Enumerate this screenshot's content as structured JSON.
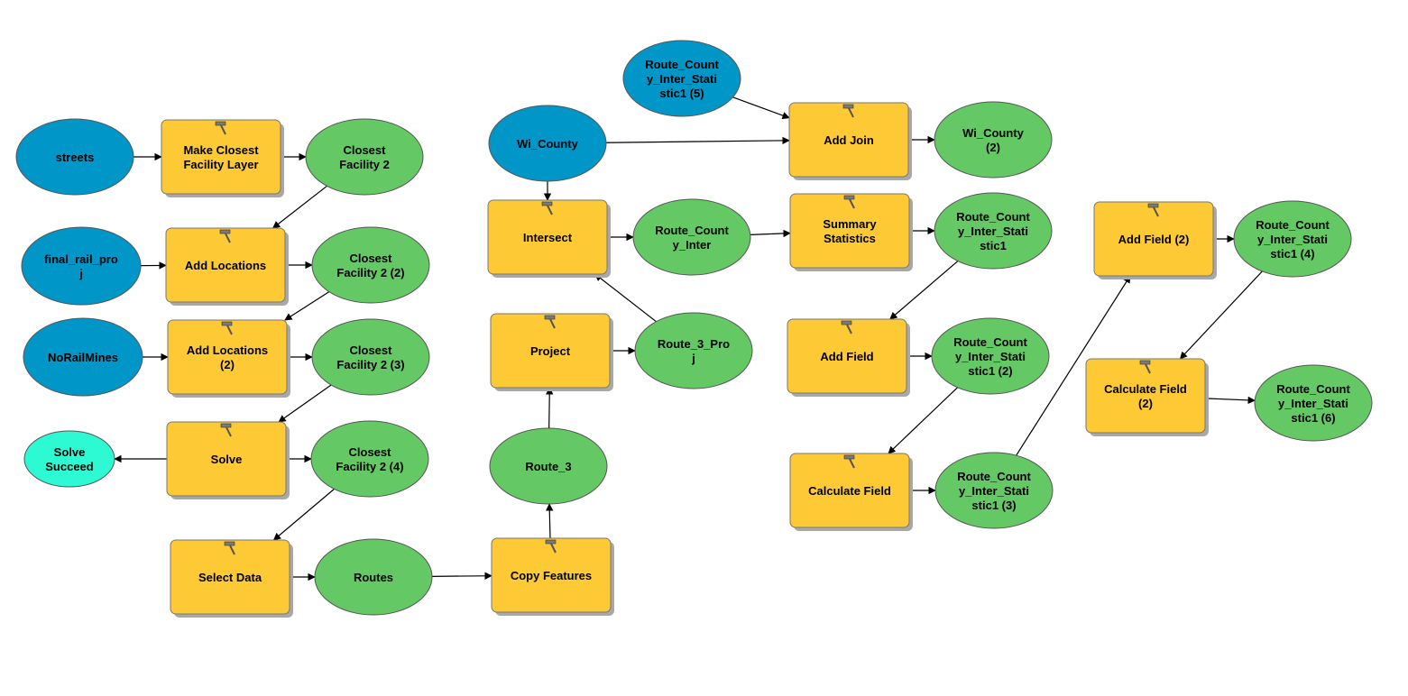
{
  "colors": {
    "data_input": "#0096c8",
    "tool": "#fdca35",
    "derived_data": "#64c864",
    "boolean_output": "#2dfad2",
    "stroke": "#000000",
    "shadow": "#a8a8a8"
  },
  "nodes": [
    {
      "id": "streets",
      "kind": "input",
      "lines": [
        "streets"
      ]
    },
    {
      "id": "make_cf",
      "kind": "tool",
      "lines": [
        "Make Closest",
        "Facility Layer"
      ]
    },
    {
      "id": "cf2",
      "kind": "derived",
      "lines": [
        "Closest",
        "Facility 2"
      ]
    },
    {
      "id": "final_rail",
      "kind": "input",
      "lines": [
        "final_rail_pro",
        "j"
      ]
    },
    {
      "id": "add_loc",
      "kind": "tool",
      "lines": [
        "Add Locations"
      ]
    },
    {
      "id": "cf2_2",
      "kind": "derived",
      "lines": [
        "Closest",
        "Facility 2 (2)"
      ]
    },
    {
      "id": "norail",
      "kind": "input",
      "lines": [
        "NoRailMines"
      ]
    },
    {
      "id": "add_loc2",
      "kind": "tool",
      "lines": [
        "Add Locations",
        "(2)"
      ]
    },
    {
      "id": "cf2_3",
      "kind": "derived",
      "lines": [
        "Closest",
        "Facility 2 (3)"
      ]
    },
    {
      "id": "solve_succeed",
      "kind": "boolean",
      "lines": [
        "Solve",
        "Succeed"
      ]
    },
    {
      "id": "solve",
      "kind": "tool",
      "lines": [
        "Solve"
      ]
    },
    {
      "id": "cf2_4",
      "kind": "derived",
      "lines": [
        "Closest",
        "Facility 2 (4)"
      ]
    },
    {
      "id": "select_data",
      "kind": "tool",
      "lines": [
        "Select Data"
      ]
    },
    {
      "id": "routes",
      "kind": "derived",
      "lines": [
        "Routes"
      ]
    },
    {
      "id": "copy_features",
      "kind": "tool",
      "lines": [
        "Copy Features"
      ]
    },
    {
      "id": "route3",
      "kind": "derived",
      "lines": [
        "Route_3"
      ]
    },
    {
      "id": "project",
      "kind": "tool",
      "lines": [
        "Project"
      ]
    },
    {
      "id": "route3proj",
      "kind": "derived",
      "lines": [
        "Route_3_Pro",
        "j"
      ]
    },
    {
      "id": "wi_county",
      "kind": "input",
      "lines": [
        "Wi_County"
      ]
    },
    {
      "id": "intersect",
      "kind": "tool",
      "lines": [
        "Intersect"
      ]
    },
    {
      "id": "rci",
      "kind": "derived",
      "lines": [
        "Route_Count",
        "y_Inter"
      ]
    },
    {
      "id": "rcis5",
      "kind": "input",
      "lines": [
        "Route_Count",
        "y_Inter_Stati",
        "stic1 (5)"
      ]
    },
    {
      "id": "add_join",
      "kind": "tool",
      "lines": [
        "Add Join"
      ]
    },
    {
      "id": "wi_county2",
      "kind": "derived",
      "lines": [
        "Wi_County",
        "(2)"
      ]
    },
    {
      "id": "summary",
      "kind": "tool",
      "lines": [
        "Summary",
        "Statistics"
      ]
    },
    {
      "id": "rcis1",
      "kind": "derived",
      "lines": [
        "Route_Count",
        "y_Inter_Stati",
        "stic1"
      ]
    },
    {
      "id": "add_field",
      "kind": "tool",
      "lines": [
        "Add Field"
      ]
    },
    {
      "id": "rcis2",
      "kind": "derived",
      "lines": [
        "Route_Count",
        "y_Inter_Stati",
        "stic1 (2)"
      ]
    },
    {
      "id": "calc_field",
      "kind": "tool",
      "lines": [
        "Calculate Field"
      ]
    },
    {
      "id": "rcis3",
      "kind": "derived",
      "lines": [
        "Route_Count",
        "y_Inter_Stati",
        "stic1 (3)"
      ]
    },
    {
      "id": "add_field2",
      "kind": "tool",
      "lines": [
        "Add Field (2)"
      ]
    },
    {
      "id": "rcis4",
      "kind": "derived",
      "lines": [
        "Route_Count",
        "y_Inter_Stati",
        "stic1 (4)"
      ]
    },
    {
      "id": "calc_field2",
      "kind": "tool",
      "lines": [
        "Calculate Field",
        "(2)"
      ]
    },
    {
      "id": "rcis6",
      "kind": "derived",
      "lines": [
        "Route_Count",
        "y_Inter_Stati",
        "stic1 (6)"
      ]
    }
  ],
  "edges": [
    [
      "streets",
      "make_cf"
    ],
    [
      "make_cf",
      "cf2"
    ],
    [
      "cf2",
      "add_loc"
    ],
    [
      "final_rail",
      "add_loc"
    ],
    [
      "add_loc",
      "cf2_2"
    ],
    [
      "cf2_2",
      "add_loc2"
    ],
    [
      "norail",
      "add_loc2"
    ],
    [
      "add_loc2",
      "cf2_3"
    ],
    [
      "cf2_3",
      "solve"
    ],
    [
      "solve",
      "solve_succeed"
    ],
    [
      "solve",
      "cf2_4"
    ],
    [
      "cf2_4",
      "select_data"
    ],
    [
      "select_data",
      "routes"
    ],
    [
      "routes",
      "copy_features"
    ],
    [
      "copy_features",
      "route3"
    ],
    [
      "route3",
      "project"
    ],
    [
      "project",
      "route3proj"
    ],
    [
      "route3proj",
      "intersect"
    ],
    [
      "wi_county",
      "intersect"
    ],
    [
      "wi_county",
      "add_join"
    ],
    [
      "rcis5",
      "add_join"
    ],
    [
      "add_join",
      "wi_county2"
    ],
    [
      "intersect",
      "rci"
    ],
    [
      "rci",
      "summary"
    ],
    [
      "summary",
      "rcis1"
    ],
    [
      "rcis1",
      "add_field"
    ],
    [
      "add_field",
      "rcis2"
    ],
    [
      "rcis2",
      "calc_field"
    ],
    [
      "calc_field",
      "rcis3"
    ],
    [
      "rcis3",
      "add_field2"
    ],
    [
      "add_field2",
      "rcis4"
    ],
    [
      "rcis4",
      "calc_field2"
    ],
    [
      "calc_field2",
      "rcis6"
    ]
  ]
}
